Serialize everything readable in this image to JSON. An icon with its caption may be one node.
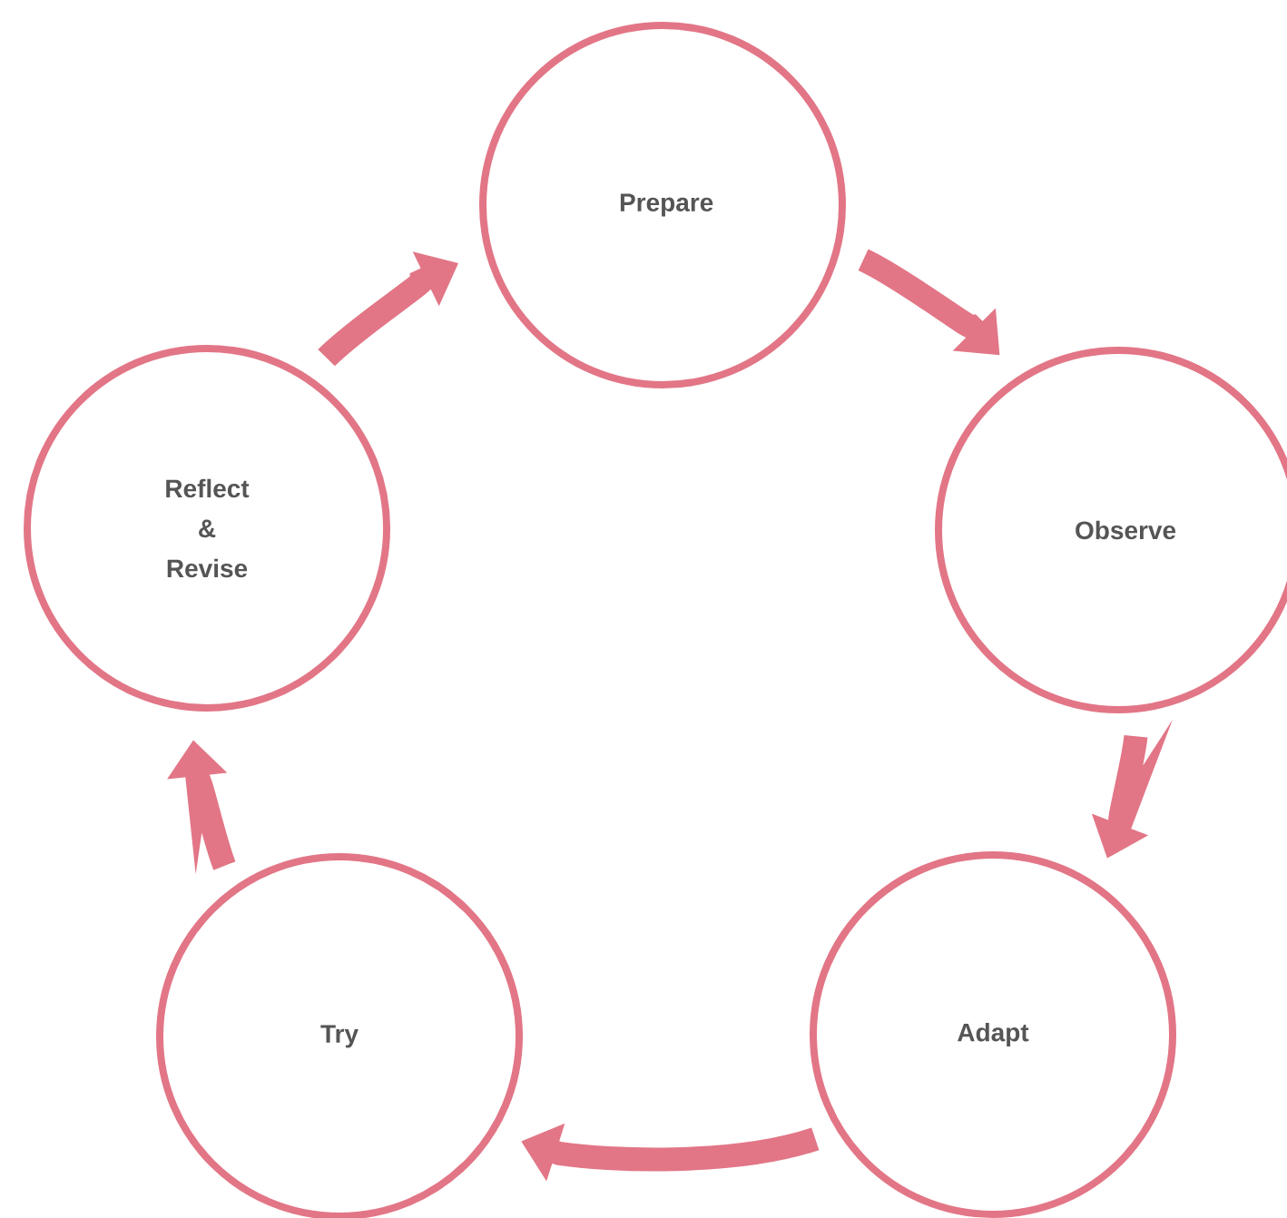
{
  "diagram": {
    "nodes": [
      {
        "text": [
          "Prepare"
        ]
      },
      {
        "text": [
          "Observe"
        ]
      },
      {
        "text": [
          "Adapt"
        ]
      },
      {
        "text": [
          "Try"
        ]
      },
      {
        "text": [
          "Reflect & Revise"
        ]
      }
    ],
    "edges": [
      {
        "from": 0,
        "to": 1,
        "arrow": "to"
      },
      {
        "from": 1,
        "to": 2,
        "arrow": "to"
      },
      {
        "from": 2,
        "to": 3,
        "arrow": "to"
      },
      {
        "from": 3,
        "to": 4,
        "arrow": "to"
      },
      {
        "from": 4,
        "to": 0,
        "arrow": "to"
      }
    ]
  }
}
